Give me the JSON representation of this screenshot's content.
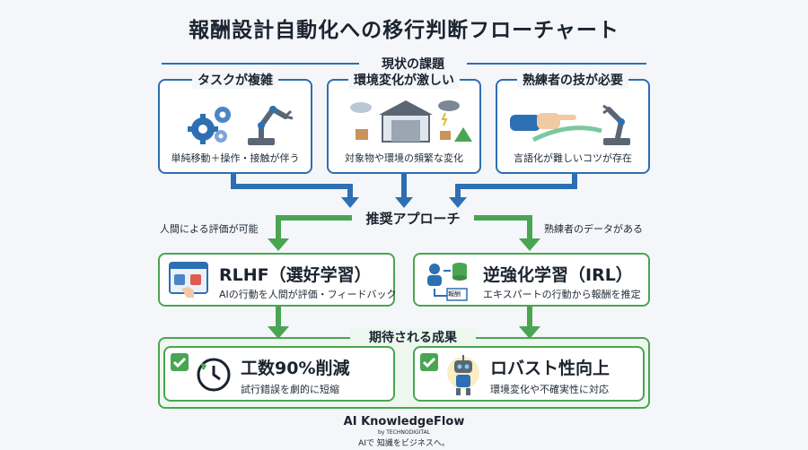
{
  "title": "報酬設計自動化への移行判断フローチャート",
  "current_issues": {
    "heading": "現状の課題",
    "cards": [
      {
        "title": "タスクが複雑",
        "subtitle": "単純移動＋操作・接触が伴う"
      },
      {
        "title": "環境変化が激しい",
        "subtitle": "対象物や環境の頻繁な変化"
      },
      {
        "title": "熟練者の技が必要",
        "subtitle": "言語化が難しいコツが存在"
      }
    ]
  },
  "recommended": {
    "heading": "推奨アプローチ",
    "left_condition": "人間による評価が可能",
    "right_condition": "熟練者のデータがある"
  },
  "methods": [
    {
      "title": "RLHF（選好学習）",
      "description": "AIの行動を人間が評価・フィードバック"
    },
    {
      "title": "逆強化学習（IRL）",
      "description": "エキスパートの行動から報酬を推定",
      "icon_label": "報酬"
    }
  ],
  "expected": {
    "heading": "期待される成果",
    "results": [
      {
        "title": "工数90%削減",
        "description": "試行錯誤を劇的に短縮"
      },
      {
        "title": "ロバスト性向上",
        "description": "環境変化や不確実性に対応"
      }
    ]
  },
  "footer": {
    "logo": "AI KnowledgeFlow",
    "by_line": "by TECHNODIGITAL",
    "tagline": "AIで 知識をビジネスへ。"
  },
  "colors": {
    "blue": "#2d6fb3",
    "green": "#4aa552",
    "text": "#1b2330"
  }
}
